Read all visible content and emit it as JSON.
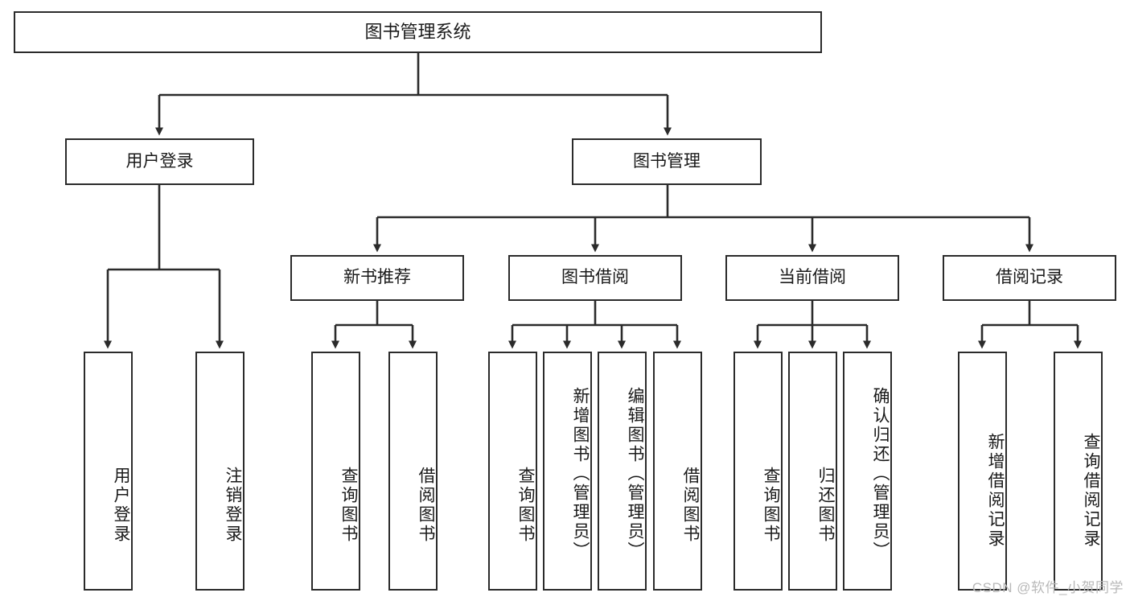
{
  "diagram": {
    "title": "图书管理系统",
    "type": "tree-hierarchy",
    "root": {
      "label": "图书管理系统"
    },
    "level2": [
      {
        "id": "user-login",
        "label": "用户登录"
      },
      {
        "id": "book-management",
        "label": "图书管理"
      }
    ],
    "level3": [
      {
        "id": "new-book-recommend",
        "label": "新书推荐"
      },
      {
        "id": "book-borrow",
        "label": "图书借阅"
      },
      {
        "id": "current-borrow",
        "label": "当前借阅"
      },
      {
        "id": "borrow-record",
        "label": "借阅记录"
      }
    ],
    "leaves": [
      {
        "id": "leaf-user-login",
        "label": "用户登录",
        "parent": "user-login"
      },
      {
        "id": "leaf-logout",
        "label": "注销登录",
        "parent": "user-login"
      },
      {
        "id": "leaf-query-book-1",
        "label": "查询图书",
        "parent": "new-book-recommend"
      },
      {
        "id": "leaf-borrow-book-1",
        "label": "借阅图书",
        "parent": "new-book-recommend"
      },
      {
        "id": "leaf-query-book-2",
        "label": "查询图书",
        "parent": "book-borrow"
      },
      {
        "id": "leaf-add-book",
        "label": "新增图书（管理员）",
        "parent": "book-borrow"
      },
      {
        "id": "leaf-edit-book",
        "label": "编辑图书（管理员）",
        "parent": "book-borrow"
      },
      {
        "id": "leaf-borrow-book-2",
        "label": "借阅图书",
        "parent": "book-borrow"
      },
      {
        "id": "leaf-query-book-3",
        "label": "查询图书",
        "parent": "current-borrow"
      },
      {
        "id": "leaf-return-book",
        "label": "归还图书",
        "parent": "current-borrow"
      },
      {
        "id": "leaf-confirm-return",
        "label": "确认归还（管理员）",
        "parent": "current-borrow"
      },
      {
        "id": "leaf-add-record",
        "label": "新增借阅记录",
        "parent": "borrow-record"
      },
      {
        "id": "leaf-query-record",
        "label": "查询借阅记录",
        "parent": "borrow-record"
      }
    ],
    "colors": {
      "stroke": "#2b2b2b",
      "fill": "#ffffff",
      "text": "#1a1a1a",
      "watermark": "#b9b9b9"
    }
  },
  "watermark": {
    "text": "CSDN @软件_小贺同学"
  }
}
